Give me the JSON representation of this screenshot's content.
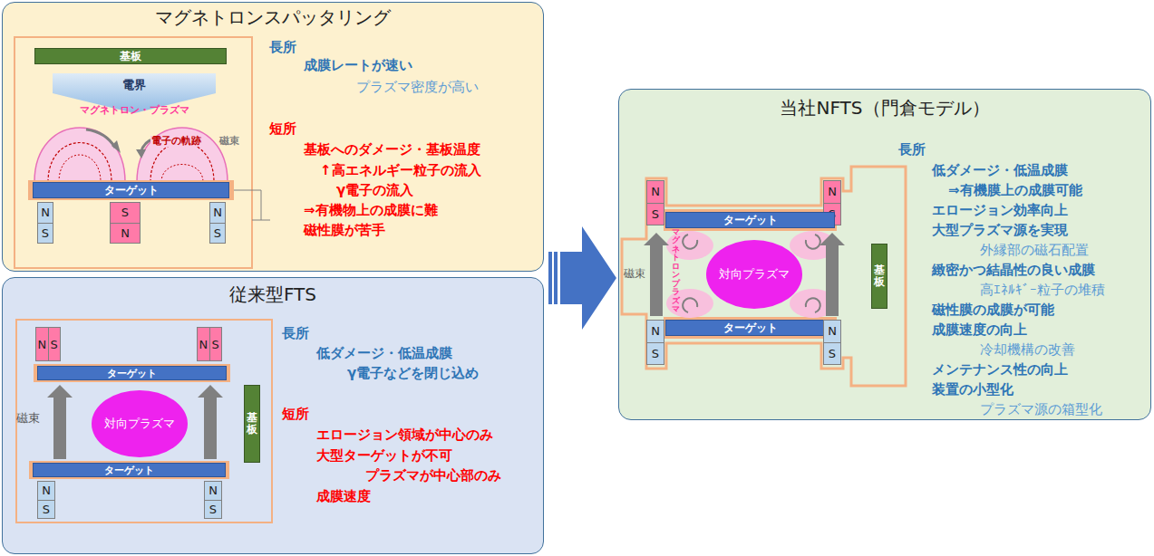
{
  "diagram": {
    "nodes": [
      {
        "text": [
          "マグネトロンスパッタリング",
          "長所",
          "成膜レートが速い",
          "プラズマ密度が高い",
          "短所",
          "基板へのダメージ・基板温度",
          "↑高エネルギー粒子の流入",
          "γ電子の流入",
          "⇒有機物上の成膜に難",
          "磁性膜が苦手"
        ]
      },
      {
        "text": [
          "基板"
        ],
        "in": 0
      },
      {
        "text": [
          "電界"
        ],
        "in": 0
      },
      {
        "text": [
          "ターゲット"
        ],
        "in": 0
      },
      {
        "text": [
          "N",
          "S"
        ],
        "in": 0
      },
      {
        "text": [
          "S",
          "N"
        ],
        "in": 0
      },
      {
        "text": [
          "N",
          "S"
        ],
        "in": 0
      },
      {
        "text": [
          "従来型FTS",
          "長所",
          "低ダメージ・低温成膜",
          "γ電子などを閉じ込め",
          "短所",
          "エロージョン領域が中心のみ",
          "大型ターゲットが不可",
          "プラズマが中心部のみ",
          "成膜速度"
        ]
      },
      {
        "text": [
          "N",
          "S"
        ],
        "in": 7
      },
      {
        "text": [
          "N",
          "S"
        ],
        "in": 7
      },
      {
        "text": [
          "ターゲット"
        ],
        "in": 7
      },
      {
        "text": [
          "対向プラズマ"
        ],
        "in": 7
      },
      {
        "text": [
          "基板"
        ],
        "in": 7
      },
      {
        "text": [
          "ターゲット"
        ],
        "in": 7
      },
      {
        "text": [
          "N",
          "S"
        ],
        "in": 7
      },
      {
        "text": [
          "N",
          "S"
        ],
        "in": 7
      },
      {
        "text": [
          "当社NFTS（門倉モデル）",
          "長所",
          "低ダメージ・低温成膜",
          "⇒有機膜上の成膜可能",
          "エロージョン効率向上",
          "大型プラズマ源を実現",
          "外縁部の磁石配置",
          "緻密かつ結晶性の良い成膜",
          "高ｴﾈﾙｷﾞｰ粒子の堆積",
          "磁性膜の成膜が可能",
          "成膜速度の向上",
          "冷却機構の改善",
          "メンテナンス性の向上",
          "装置の小型化",
          "プラズマ源の箱型化"
        ]
      },
      {
        "text": [
          "N",
          "S"
        ],
        "in": 16
      },
      {
        "text": [
          "N",
          "S"
        ],
        "in": 16
      },
      {
        "text": [
          "ターゲット"
        ],
        "in": 16
      },
      {
        "text": [
          "対向プラズマ"
        ],
        "in": 16
      },
      {
        "text": [
          "基板"
        ],
        "in": 16
      },
      {
        "text": [
          "ターゲット"
        ],
        "in": 16
      },
      {
        "text": [
          "N",
          "S"
        ],
        "in": 16
      },
      {
        "text": [
          "N",
          "S"
        ],
        "in": 16
      }
    ],
    "labels": [
      "マグネトロン・プラズマ",
      "電子の軌跡",
      "磁束",
      "磁束",
      "磁束",
      "マグネトロンプラズマ"
    ]
  }
}
